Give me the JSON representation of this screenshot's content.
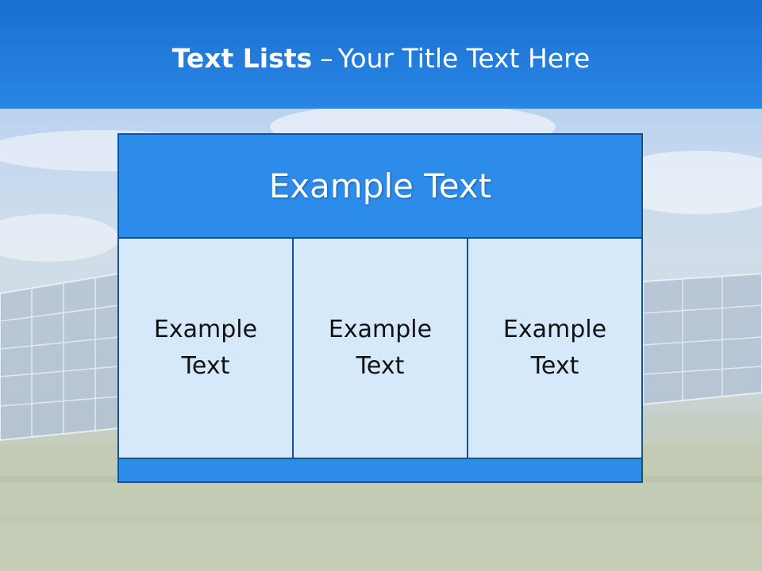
{
  "slide": {
    "title_strong": "Text Lists",
    "title_dash": "–",
    "title_rest": "Your Title Text Here",
    "header_text": "Example Text",
    "cells": [
      {
        "line1": "Example",
        "line2": "Text"
      },
      {
        "line1": "Example",
        "line2": "Text"
      },
      {
        "line1": "Example",
        "line2": "Text"
      }
    ]
  },
  "colors": {
    "title_bar": "#2a86e4",
    "box_header": "#2d8bea",
    "box_cells": "#d6e9fb",
    "border": "#1b4f8a"
  }
}
